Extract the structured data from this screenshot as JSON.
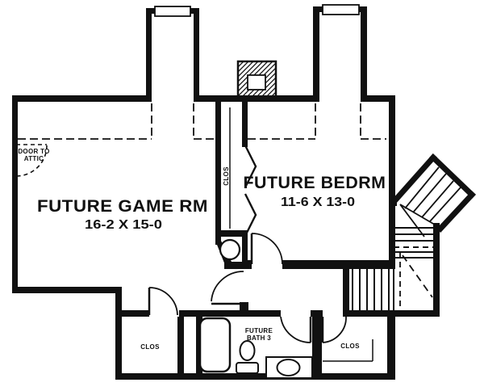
{
  "colors": {
    "ink": "#111111",
    "paper": "#ffffff"
  },
  "rooms": {
    "game_room": {
      "name": "FUTURE GAME RM",
      "dims": "16-2 X 15-0"
    },
    "bedroom": {
      "name": "FUTURE BEDRM",
      "dims": "11-6 X 13-0"
    },
    "bath": {
      "name_line1": "FUTURE",
      "name_line2": "BATH 3"
    },
    "closet_hall": {
      "name": "CLOS"
    },
    "closet_bottom_left": {
      "name": "CLOS"
    },
    "closet_bottom_right": {
      "name": "CLOS"
    },
    "attic_door": {
      "line1": "DOOR TO",
      "line2": "ATTIC"
    }
  }
}
